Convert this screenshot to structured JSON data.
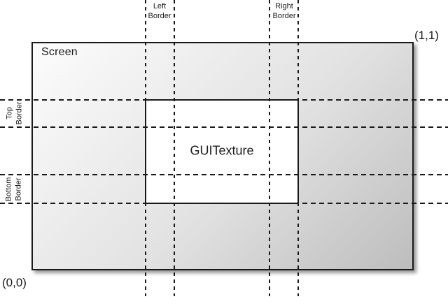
{
  "diagram": {
    "screen_label": "Screen",
    "texture_label": "GUITexture",
    "coords": {
      "top_right": "(1,1)",
      "bottom_left": "(0,0)"
    },
    "border_labels": {
      "left": {
        "line1": "Left",
        "line2": "Border"
      },
      "right": {
        "line1": "Right",
        "line2": "Border"
      },
      "top": {
        "line1": "Top",
        "line2": "Border"
      },
      "bottom": {
        "line1": "Bottom",
        "line2": "Border"
      }
    },
    "colors": {
      "line": "#1a1a1a",
      "screen_gradient_start": "#fcfcfc",
      "screen_gradient_mid": "#e2e2e2",
      "screen_gradient_end": "#bdbdbd",
      "texture_fill": "#ffffff",
      "background": "#ffffff"
    }
  }
}
